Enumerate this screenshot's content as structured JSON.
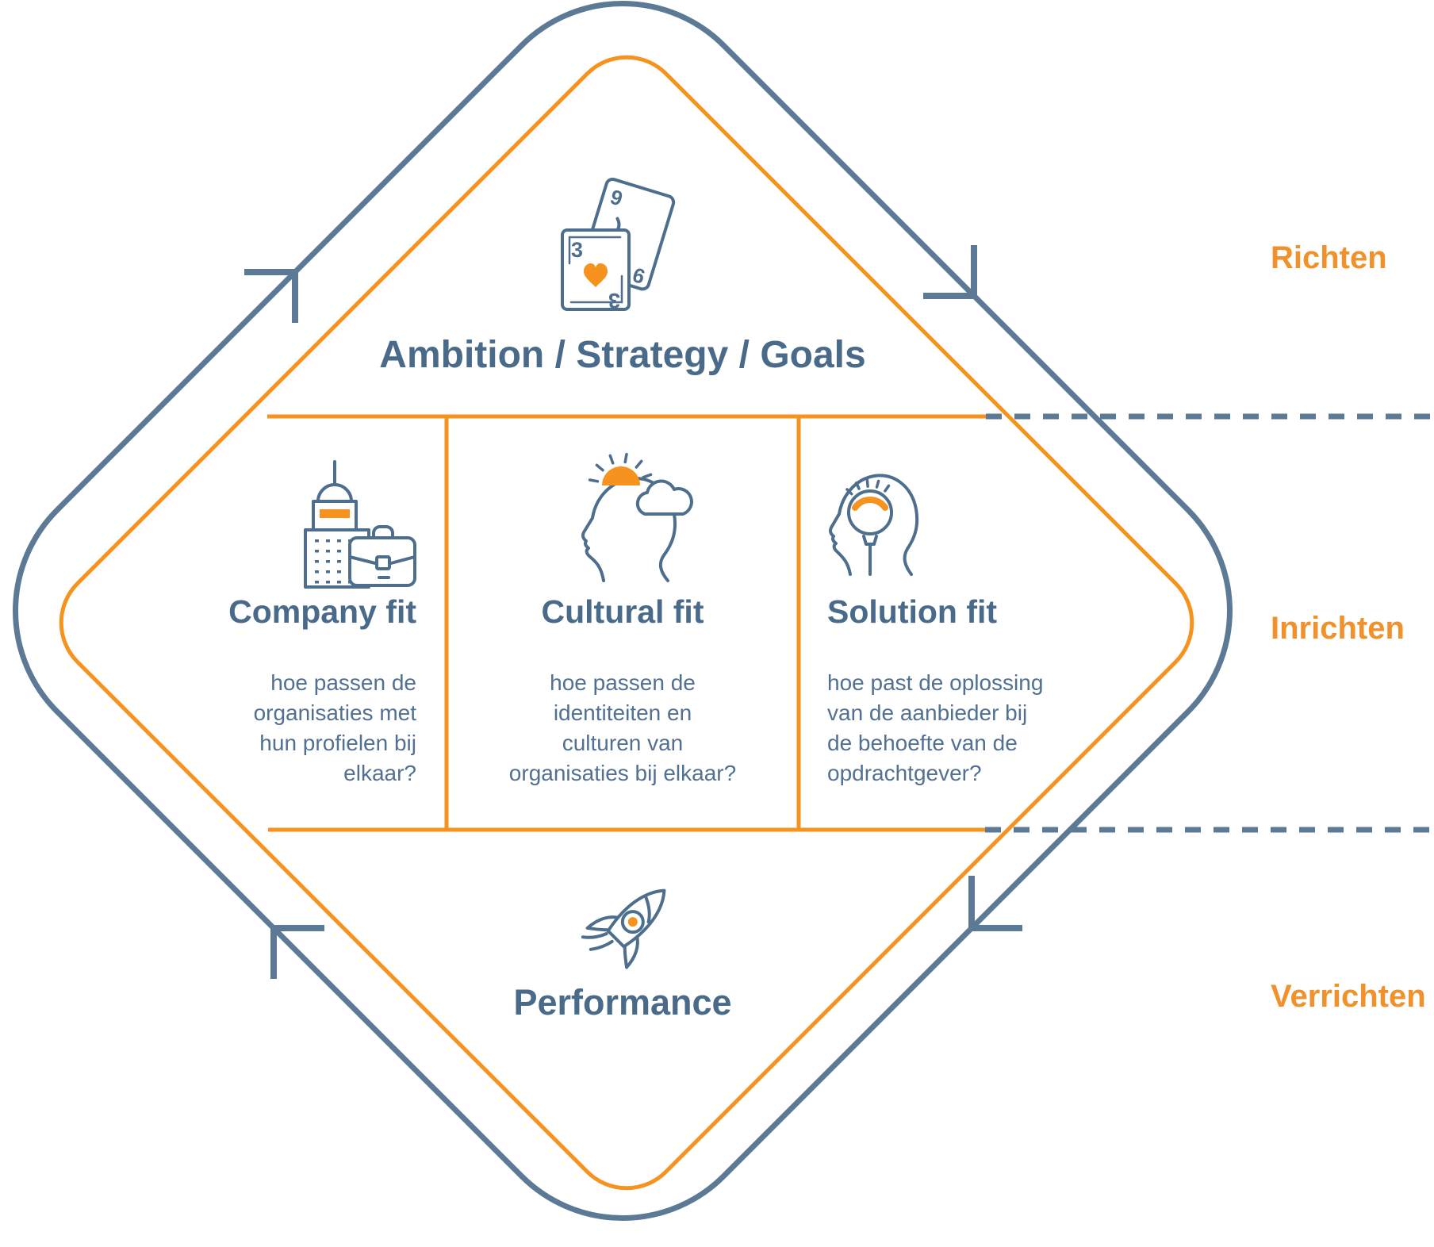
{
  "colors": {
    "orange_accent": "#F6921E",
    "orange_label_text": "#F0912B",
    "blue_outline": "#5C7A96",
    "title_text": "#4A6A8A",
    "body_text": "#517092",
    "icon_stroke": "#4E6E8E"
  },
  "diamond": {
    "top": {
      "title": "Ambition / Strategy / Goals",
      "icon": "playing-cards",
      "card_front_value": "3",
      "card_back_value": "9"
    },
    "middle": [
      {
        "title": "Company fit",
        "icon": "building-briefcase",
        "lines": [
          "hoe passen de",
          "organisaties met",
          "hun profielen bij",
          "elkaar?"
        ]
      },
      {
        "title": "Cultural fit",
        "icon": "head-sun-cloud",
        "lines": [
          "hoe passen de",
          "identiteiten en",
          "culturen van",
          "organisaties bij elkaar?"
        ]
      },
      {
        "title": "Solution fit",
        "icon": "head-lightbulb",
        "lines": [
          "hoe past de oplossing",
          "van de aanbieder bij",
          "de behoefte van de",
          "opdrachtgever?"
        ]
      }
    ],
    "bottom": {
      "title": "Performance",
      "icon": "rocket"
    }
  },
  "side_labels": [
    {
      "label": "Richten"
    },
    {
      "label": "Inrichten"
    },
    {
      "label": "Verrichten"
    }
  ]
}
